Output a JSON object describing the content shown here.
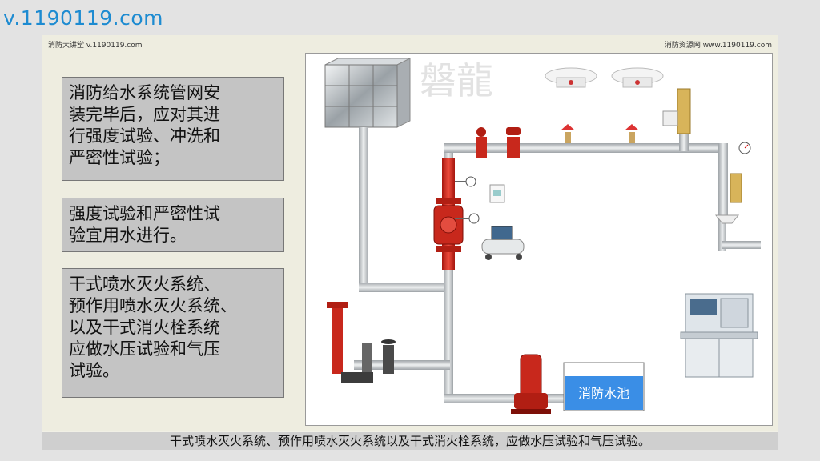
{
  "site_watermark": "v.1190119.com",
  "slide": {
    "header_left": "消防大讲堂 v.1190119.com",
    "header_right": "消防资源网 www.1190119.com",
    "text_boxes": [
      "消防给水系统管网安\n装完毕后，应对其进\n行强度试验、冲洗和\n严密性试验；",
      "强度试验和严密性试\n验宜用水进行。",
      "干式喷水灭火系统、\n预作用喷水灭火系统、\n以及干式消火栓系统\n应做水压试验和气压\n试验。"
    ],
    "diagram": {
      "logo_text": "磐龍",
      "pool_label": "消防水池"
    },
    "caption": "干式喷水灭火系统、预作用喷水灭火系统以及干式消火栓系统，应做水压试验和气压试验。"
  },
  "colors": {
    "watermark_blue": "#1d8bd1",
    "pipe_gray": "#c9ccce",
    "valve_red": "#d42a1f",
    "pool_blue": "#3a8ee6"
  }
}
